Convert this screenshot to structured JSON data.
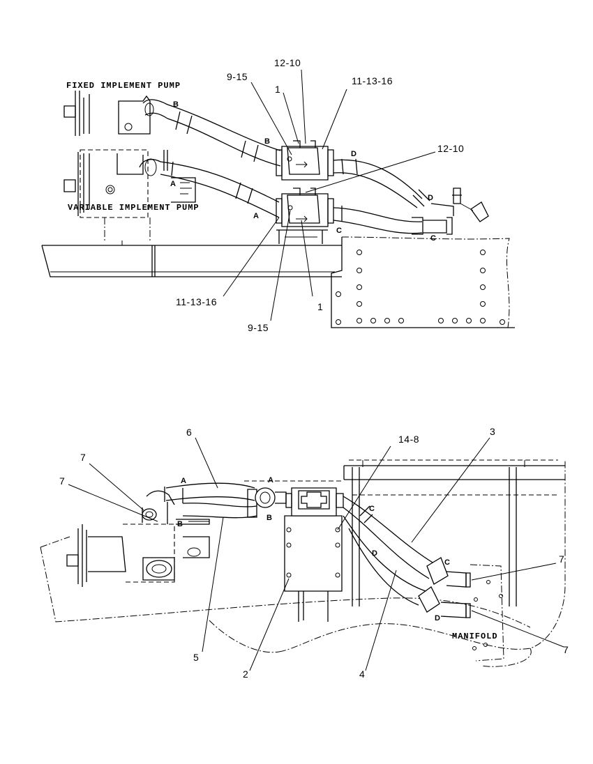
{
  "top_view": {
    "captions": {
      "fixed_pump": "FIXED IMPLEMENT PUMP",
      "variable_pump": "VARIABLE IMPLEMENT PUMP"
    },
    "callouts": {
      "c_12_10_top": "12-10",
      "c_9_15_top": "9-15",
      "c_1_top": "1",
      "c_11_13_16_top": "11-13-16",
      "c_12_10_right": "12-10",
      "c_11_13_16_bottom": "11-13-16",
      "c_9_15_bottom": "9-15",
      "c_1_bottom": "1"
    },
    "port_letters": {
      "b_pump": "B",
      "b_hose": "B",
      "a_pump": "A",
      "a_hose": "A",
      "d_upper": "D",
      "d_right": "D",
      "c_lower": "C",
      "c_bottom": "C"
    }
  },
  "bottom_view": {
    "captions": {
      "manifold": "MANIFOLD"
    },
    "callouts": {
      "c_6": "6",
      "c_7_upper": "7",
      "c_7_left": "7",
      "c_14_8": "14-8",
      "c_3": "3",
      "c_7_right_upper": "7",
      "c_7_right_lower": "7",
      "c_5": "5",
      "c_2": "2",
      "c_4": "4"
    },
    "port_letters": {
      "a_left": "A",
      "a_frame": "A",
      "b_pump": "B",
      "b_valve": "B",
      "c_valve": "C",
      "d_valve": "D",
      "c_manifold": "C",
      "d_manifold": "D"
    }
  }
}
